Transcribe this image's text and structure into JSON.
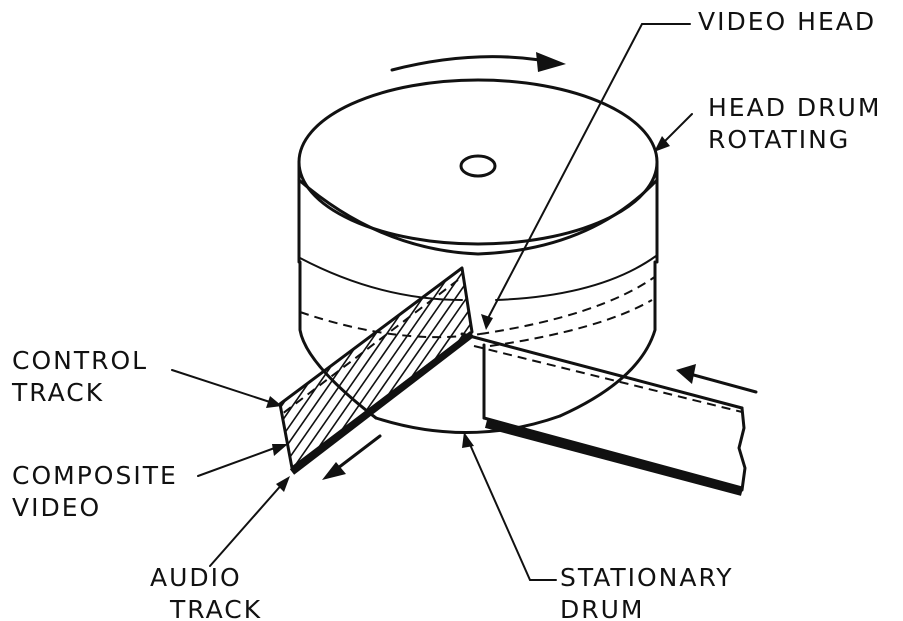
{
  "labels": {
    "video_head": "VIDEO HEAD",
    "head_drum_line1": "HEAD DRUM",
    "head_drum_line2": "ROTATING",
    "control_track_line1": "CONTROL",
    "control_track_line2": "TRACK",
    "composite_video_line1": "COMPOSITE",
    "composite_video_line2": "VIDEO",
    "audio_track_line1": "AUDIO",
    "audio_track_line2": "TRACK",
    "stationary_drum_line1": "STATIONARY",
    "stationary_drum_line2": "DRUM"
  },
  "colors": {
    "ink": "#111111",
    "background": "#ffffff"
  }
}
